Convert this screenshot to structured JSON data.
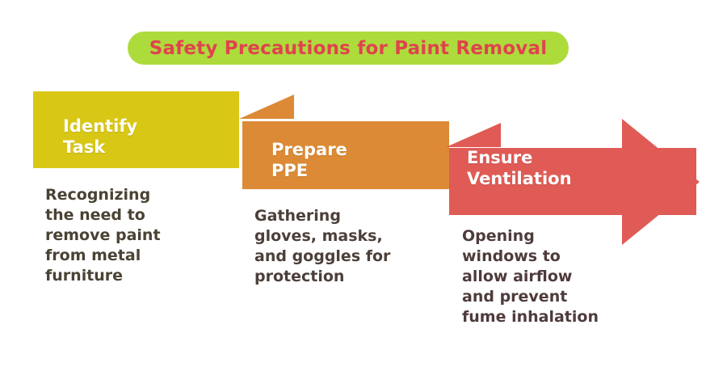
{
  "infographic": {
    "title": "Safety Precautions for Paint Removal",
    "title_text_color": "#e0434d",
    "title_pill_color": "#aedb3c",
    "background_color": "#ffffff",
    "steps": [
      {
        "order": 1,
        "label": "Identify Task",
        "description": "Recognizing\nthe need to\nremove paint\nfrom metal\nfurniture",
        "color": "#d9c716",
        "shape": "rectangle"
      },
      {
        "order": 2,
        "label": "Prepare PPE",
        "description": "Gathering\ngloves, masks,\nand goggles for\nprotection",
        "color": "#dc8a36",
        "shape": "rectangle-with-fold"
      },
      {
        "order": 3,
        "label": "Ensure\nVentilation",
        "description": "Opening\nwindows to\nallow airflow\nand prevent\nfume inhalation",
        "color": "#e05b55",
        "shape": "arrow-with-fold"
      }
    ]
  }
}
